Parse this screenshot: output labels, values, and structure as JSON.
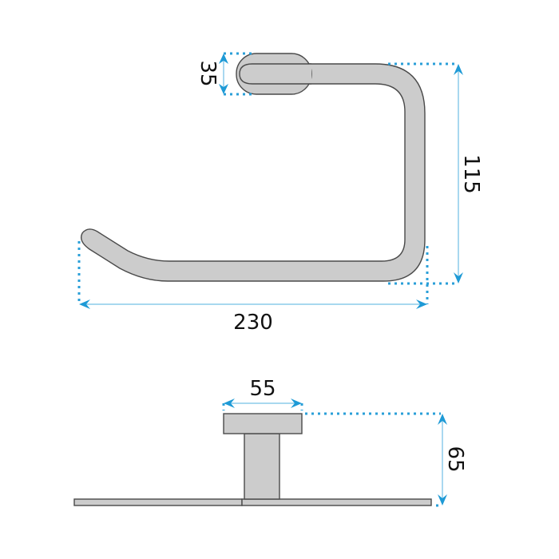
{
  "diagram": {
    "title": "Towel ring / paper holder technical drawing",
    "units": "mm",
    "colors": {
      "part_fill": "#cccccc",
      "part_stroke": "#4a4a4a",
      "dimension_dots": "#2a9fd8",
      "dimension_line": "#8ccbea",
      "arrow": "#1e9ad6",
      "text": "#111111"
    },
    "front_view": {
      "dimensions": {
        "rosette_height": "35",
        "total_height": "115",
        "total_width": "230"
      }
    },
    "side_view": {
      "dimensions": {
        "rosette_width": "55",
        "projection_depth": "65"
      }
    }
  }
}
